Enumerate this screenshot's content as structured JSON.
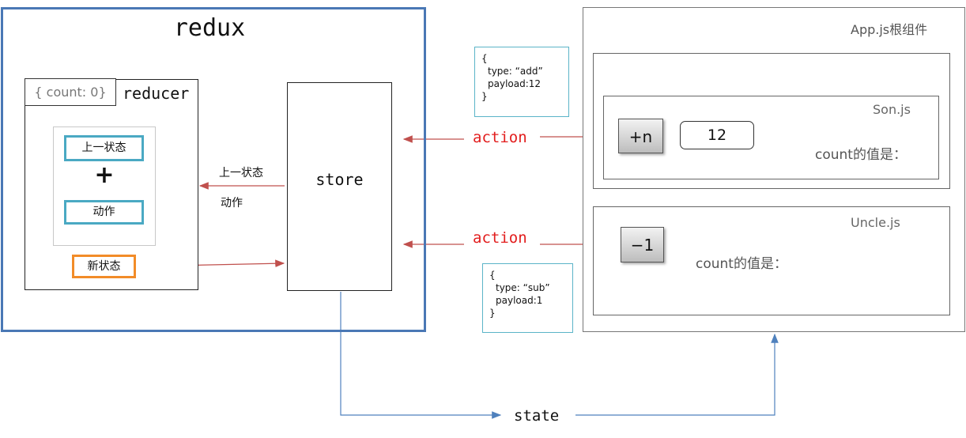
{
  "redux": {
    "title": "redux"
  },
  "reducer": {
    "label": "reducer",
    "initial_state": "{ count: 0}",
    "prev_state": "上一状态",
    "plus": "+",
    "action": "动作",
    "new_state": "新状态"
  },
  "store": {
    "label": "store"
  },
  "store_to_reducer": {
    "prev_state": "上一状态",
    "action": "动作"
  },
  "actions": {
    "add_label": "action",
    "sub_label": "action"
  },
  "payload_add": {
    "open": "{",
    "type": "type: “add”",
    "payload": "payload:12",
    "close": "}"
  },
  "payload_sub": {
    "open": "{",
    "type": "type: “sub”",
    "payload": "payload:1",
    "close": "}"
  },
  "app": {
    "title": "App.js根组件",
    "son": {
      "title": "Son.js",
      "button_label": "+n",
      "input_value": "12",
      "count_text": "count的值是："
    },
    "uncle": {
      "title": "Uncle.js",
      "button_label": "−1",
      "count_text": "count的值是："
    }
  },
  "state_label": "state",
  "colors": {
    "red_arrow": "#c0504d",
    "blue_arrow": "#4f81bd",
    "redux_border": "#4a78b5",
    "payload_border": "#5bb4c8",
    "new_state_border": "#f28c28",
    "box_border": "#4aa9c3",
    "action_text": "#e21d1d"
  }
}
